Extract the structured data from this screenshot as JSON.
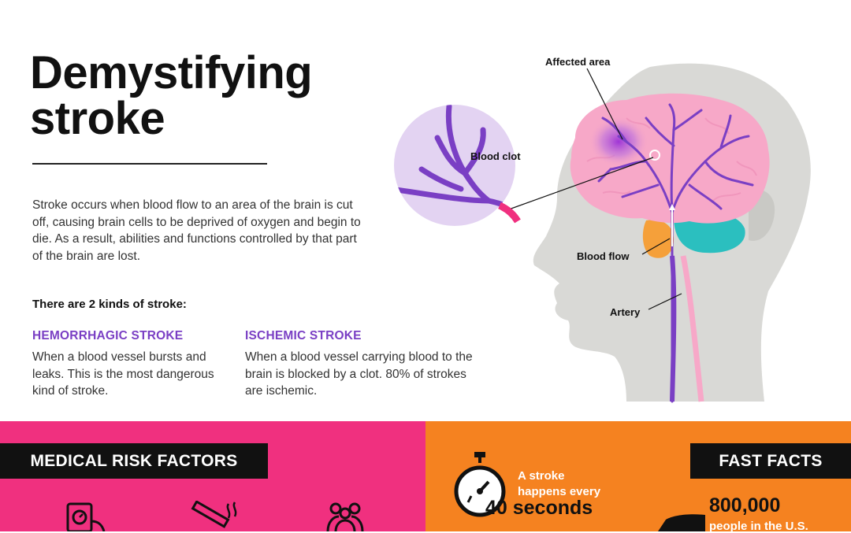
{
  "header": {
    "title_line1": "Demystifying",
    "title_line2": "stroke"
  },
  "intro": {
    "text": "Stroke occurs when blood flow to an area of the brain is cut off, causing brain cells to be deprived of oxygen and begin to die. As a result, abilities and functions controlled by that part of the brain are lost."
  },
  "kinds": {
    "heading": "There are 2 kinds of stroke:",
    "items": [
      {
        "title": "HEMORRHAGIC STROKE",
        "desc": "When a blood vessel bursts and leaks. This is the most dangerous kind of stroke."
      },
      {
        "title": "ISCHEMIC STROKE",
        "desc": "When a blood vessel carrying blood to the brain is blocked by a clot. 80% of strokes are ischemic."
      }
    ]
  },
  "illustration": {
    "labels": {
      "affected_area": "Affected area",
      "blood_clot": "Blood clot",
      "blood_flow": "Blood flow",
      "artery": "Artery"
    }
  },
  "risk_factors": {
    "heading": "MEDICAL RISK FACTORS",
    "icons": [
      "blood-pressure-monitor-icon",
      "cigarette-icon",
      "people-group-icon"
    ]
  },
  "fast_facts": {
    "heading": "FAST FACTS",
    "stat1_small": "A stroke happens every",
    "stat1_big": "40 seconds",
    "stat2_number": "800,000",
    "stat2_text": "people in the U.S."
  },
  "colors": {
    "accent_purple": "#7a3fc4",
    "pink": "#f0307f",
    "orange": "#f58220",
    "black": "#111111",
    "head_gray": "#d9d9d6",
    "brain_pink": "#f7a8c8",
    "cerebellum_teal": "#2bbfbf"
  }
}
